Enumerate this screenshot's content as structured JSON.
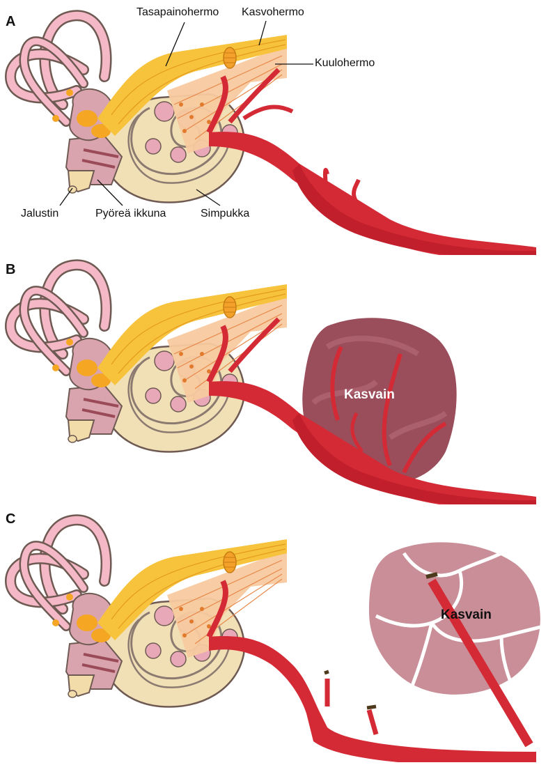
{
  "panels": [
    {
      "letter": "A"
    },
    {
      "letter": "B",
      "tumor_label": "Kasvain"
    },
    {
      "letter": "C",
      "tumor_label": "Kasvain"
    }
  ],
  "labels": {
    "vestibular_nerve": "Tasapainohermo",
    "facial_nerve": "Kasvohermo",
    "cochlear_nerve": "Kuulohermo",
    "stapes": "Jalustin",
    "round_window": "Pyöreä ikkuna",
    "cochlea": "Simpukka"
  },
  "colors": {
    "vessel": "#d42a35",
    "nerve": "#f7c33c",
    "canal": "#f4b8c6",
    "canal_outline": "#6e5a52",
    "cochlea": "#f1dfb6",
    "tumor_active": "#9a4d5a",
    "tumor_treated": "#c98e98"
  }
}
